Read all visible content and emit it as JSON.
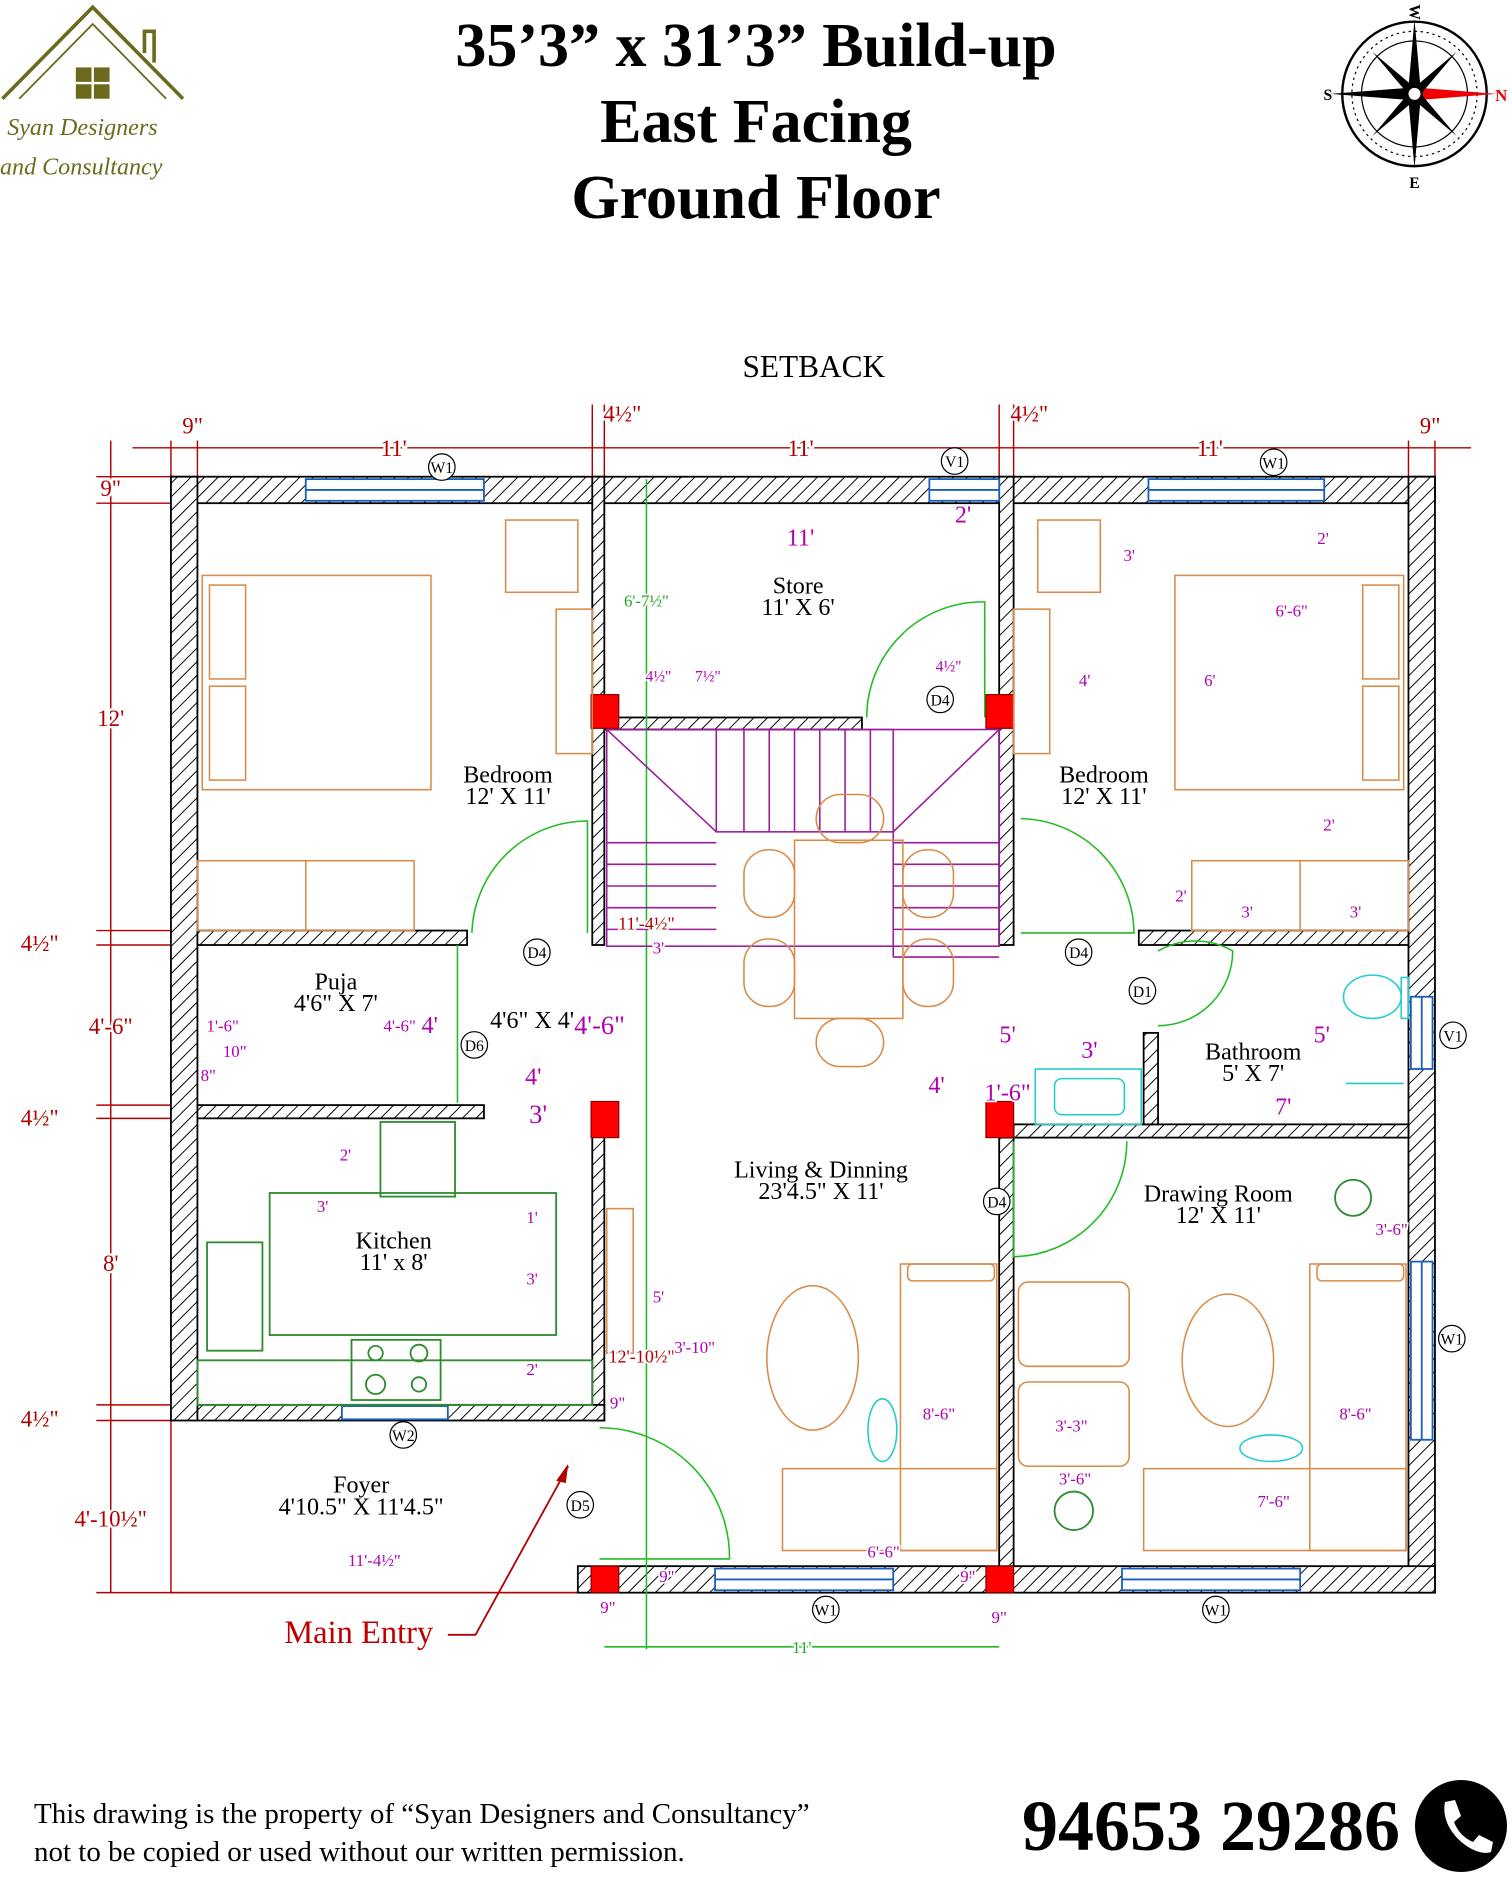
{
  "logo": {
    "line1": "Syan Designers",
    "line2": "and Consultancy",
    "color": "#6b6b1e"
  },
  "title": {
    "line1": "35’3” x 31’3” Build-up",
    "line2": "East Facing",
    "line3": "Ground Floor"
  },
  "compass": {
    "n": "N",
    "s": "S",
    "e": "E",
    "w": "W"
  },
  "setback": "SETBACK",
  "rooms": [
    {
      "name": "Store",
      "size": "11'  X 6'"
    },
    {
      "name": "Bedroom",
      "size": "12'  X 11'"
    },
    {
      "name": "Bedroom",
      "size": "12'  X 11'"
    },
    {
      "name": "Puja",
      "size": "4'6\"  X 7'"
    },
    {
      "name": "",
      "size": "4'6\"  X 4'"
    },
    {
      "name": "Bathroom",
      "size": "5'  X 7'"
    },
    {
      "name": "Living & Dinning",
      "size": "23'4.5\"  X 11'"
    },
    {
      "name": "Drawing Room",
      "size": "12'  X 11'"
    },
    {
      "name": "Kitchen",
      "size": "11'  x 8'"
    },
    {
      "name": "Foyer",
      "size": "4'10.5\"  X 11'4.5\""
    }
  ],
  "tags": [
    "W1",
    "V1",
    "W1",
    "D4",
    "D4",
    "D4",
    "D1",
    "D6",
    "V1",
    "D4",
    "W1",
    "W2",
    "D5",
    "W1",
    "W1"
  ],
  "outer_dims": [
    "9\"",
    "11'",
    "4½\"",
    "11'",
    "4½\"",
    "11'",
    "9\"",
    "9\"",
    "12'",
    "4½\"",
    "4'-6\"",
    "4½\"",
    "8'",
    "4½\"",
    "4'-10½\""
  ],
  "inner_dims": [
    "11'",
    "2'",
    "6'-7½\"",
    "4½\"",
    "7½\"",
    "4½\"",
    "3'",
    "4'",
    "2'",
    "6'-6\"",
    "6'",
    "2'",
    "2'",
    "3'",
    "3'",
    "11'-4½\"",
    "3'",
    "1'-6\"",
    "10\"",
    "8\"",
    "4'-6\"",
    "4'",
    "4'-6\"",
    "4'",
    "3'",
    "5'",
    "3'",
    "1'-6\"",
    "4'",
    "5'",
    "7'",
    "2'",
    "3'",
    "1'",
    "3'",
    "5'",
    "12'-10½\"",
    "3'-10\"",
    "2'",
    "9\"",
    "8'-6\"",
    "3'-3\"",
    "3'-6\"",
    "8'-6\"",
    "3'-6\"",
    "7'-6\"",
    "6'-6\"",
    "11'-4½\"",
    "9\"",
    "9\"",
    "9\"",
    "9\"",
    "11'"
  ],
  "main_entry": "Main Entry",
  "footer": {
    "line1": "This drawing is the property of “Syan Designers and Consultancy”",
    "line2": "not to be copied or used without our written permission."
  },
  "phone": "94653 29286",
  "colors": {
    "wall": "#000000",
    "column": "#ff0000",
    "dim": "#b000b0",
    "outer_dim": "#b00000",
    "door": "#22bb22",
    "window": "#1a5fbf",
    "furniture": "#d98c4a"
  }
}
